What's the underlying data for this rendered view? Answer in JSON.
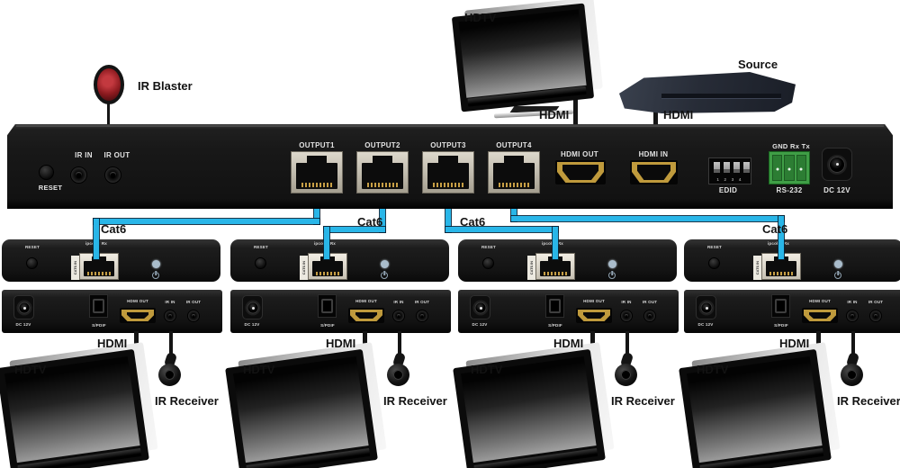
{
  "annotations": {
    "ir_blaster": "IR Blaster",
    "hdtv": "HDTV",
    "hdmi": "HDMI",
    "source": "Source",
    "cat6": "Cat6"
  },
  "matrix": {
    "reset_label": "RESET",
    "ir_in_label": "IR IN",
    "ir_out_label": "IR OUT",
    "outputs": [
      "OUTPUT1",
      "OUTPUT2",
      "OUTPUT3",
      "OUTPUT4"
    ],
    "hdmi_out_label": "HDMI OUT",
    "hdmi_in_label": "HDMI IN",
    "edid_label": "EDID",
    "edid_switch_numbers": "1 2 3 4",
    "rs232_pins_label": "GND Rx Tx",
    "rs232_label": "RS-232",
    "dc_label": "DC 12V"
  },
  "receiver": {
    "reset_label": "RESET",
    "port_label": "ipcolor Rx",
    "cat6_in_label": "CAT6 IN",
    "dc_label": "DC 12V",
    "spdif_label": "S/PDIF",
    "hdmi_out_label": "HDMI OUT",
    "ir_in_label": "IR IN",
    "ir_out_label": "IR OUT",
    "hdmi_cable_label": "HDMI",
    "hdtv_label": "HDTV",
    "ir_receiver_label": "IR Receiver"
  },
  "colors": {
    "cat6_cable": "#29b6e8",
    "chassis": "#181818",
    "rs232_green": "#3f9e46",
    "hdmi_gold": "#bf9a3c",
    "ir_blaster_red": "#8c1a1f",
    "led_blue": "#a9bccb"
  }
}
